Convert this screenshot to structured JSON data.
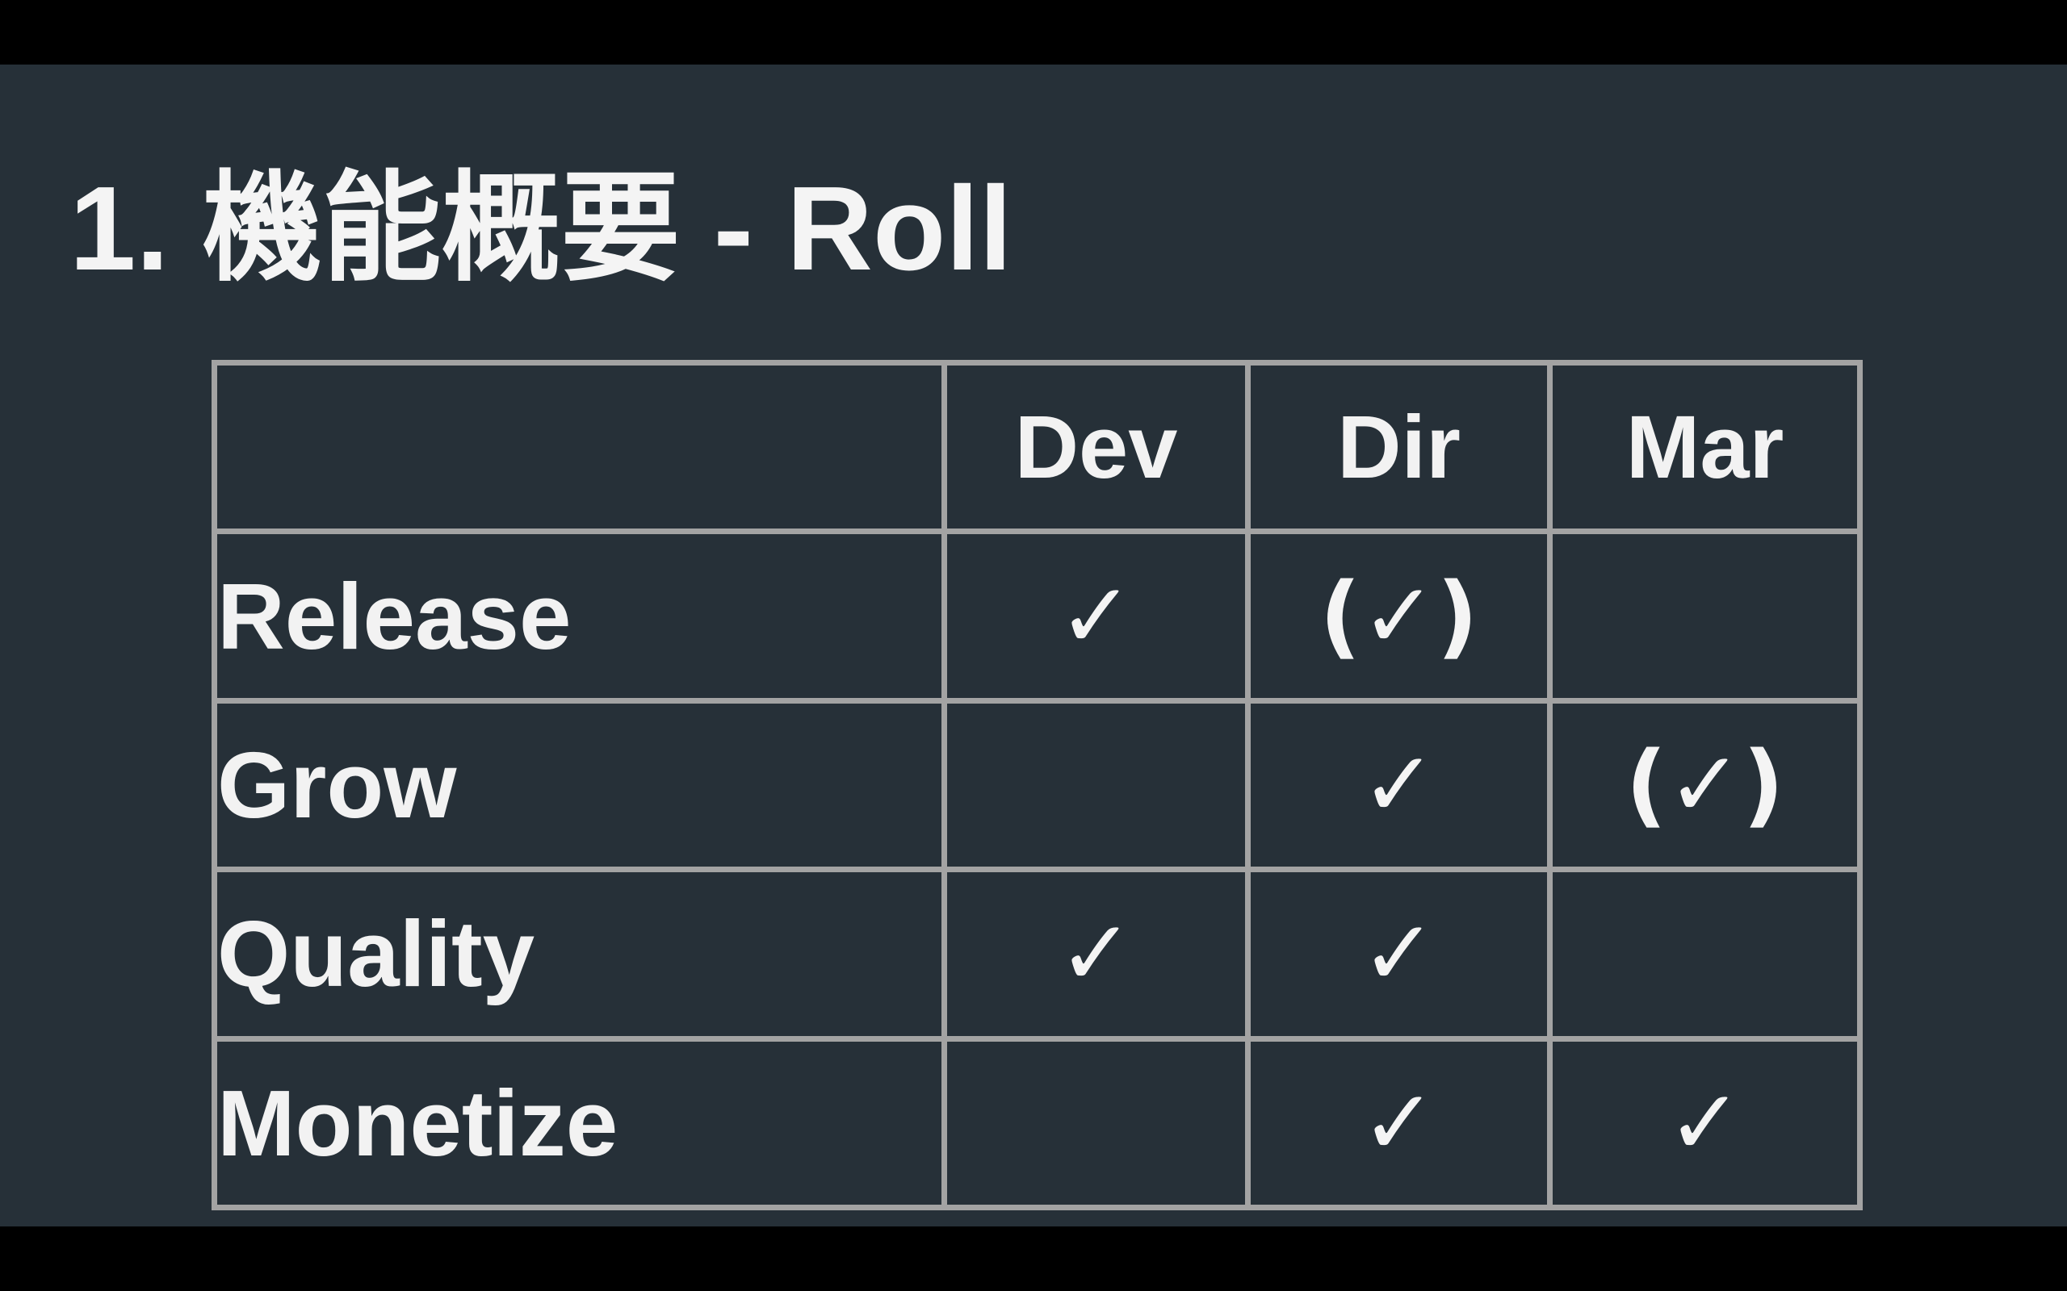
{
  "slide": {
    "title": "1. 機能概要 - Roll",
    "background": "#263038",
    "letterbox": "#000000"
  },
  "table": {
    "grid_color": "#a3a3a3",
    "text_color": "#f2f2f2",
    "corner": "",
    "columns": [
      "Dev",
      "Dir",
      "Mar"
    ],
    "rows": [
      {
        "label": "Release",
        "marks": [
          "✓",
          "(✓)",
          ""
        ]
      },
      {
        "label": "Grow",
        "marks": [
          "",
          "✓",
          "(✓)"
        ]
      },
      {
        "label": "Quality",
        "marks": [
          "✓",
          "✓",
          ""
        ]
      },
      {
        "label": "Monetize",
        "marks": [
          "",
          "✓",
          "✓"
        ]
      }
    ]
  }
}
